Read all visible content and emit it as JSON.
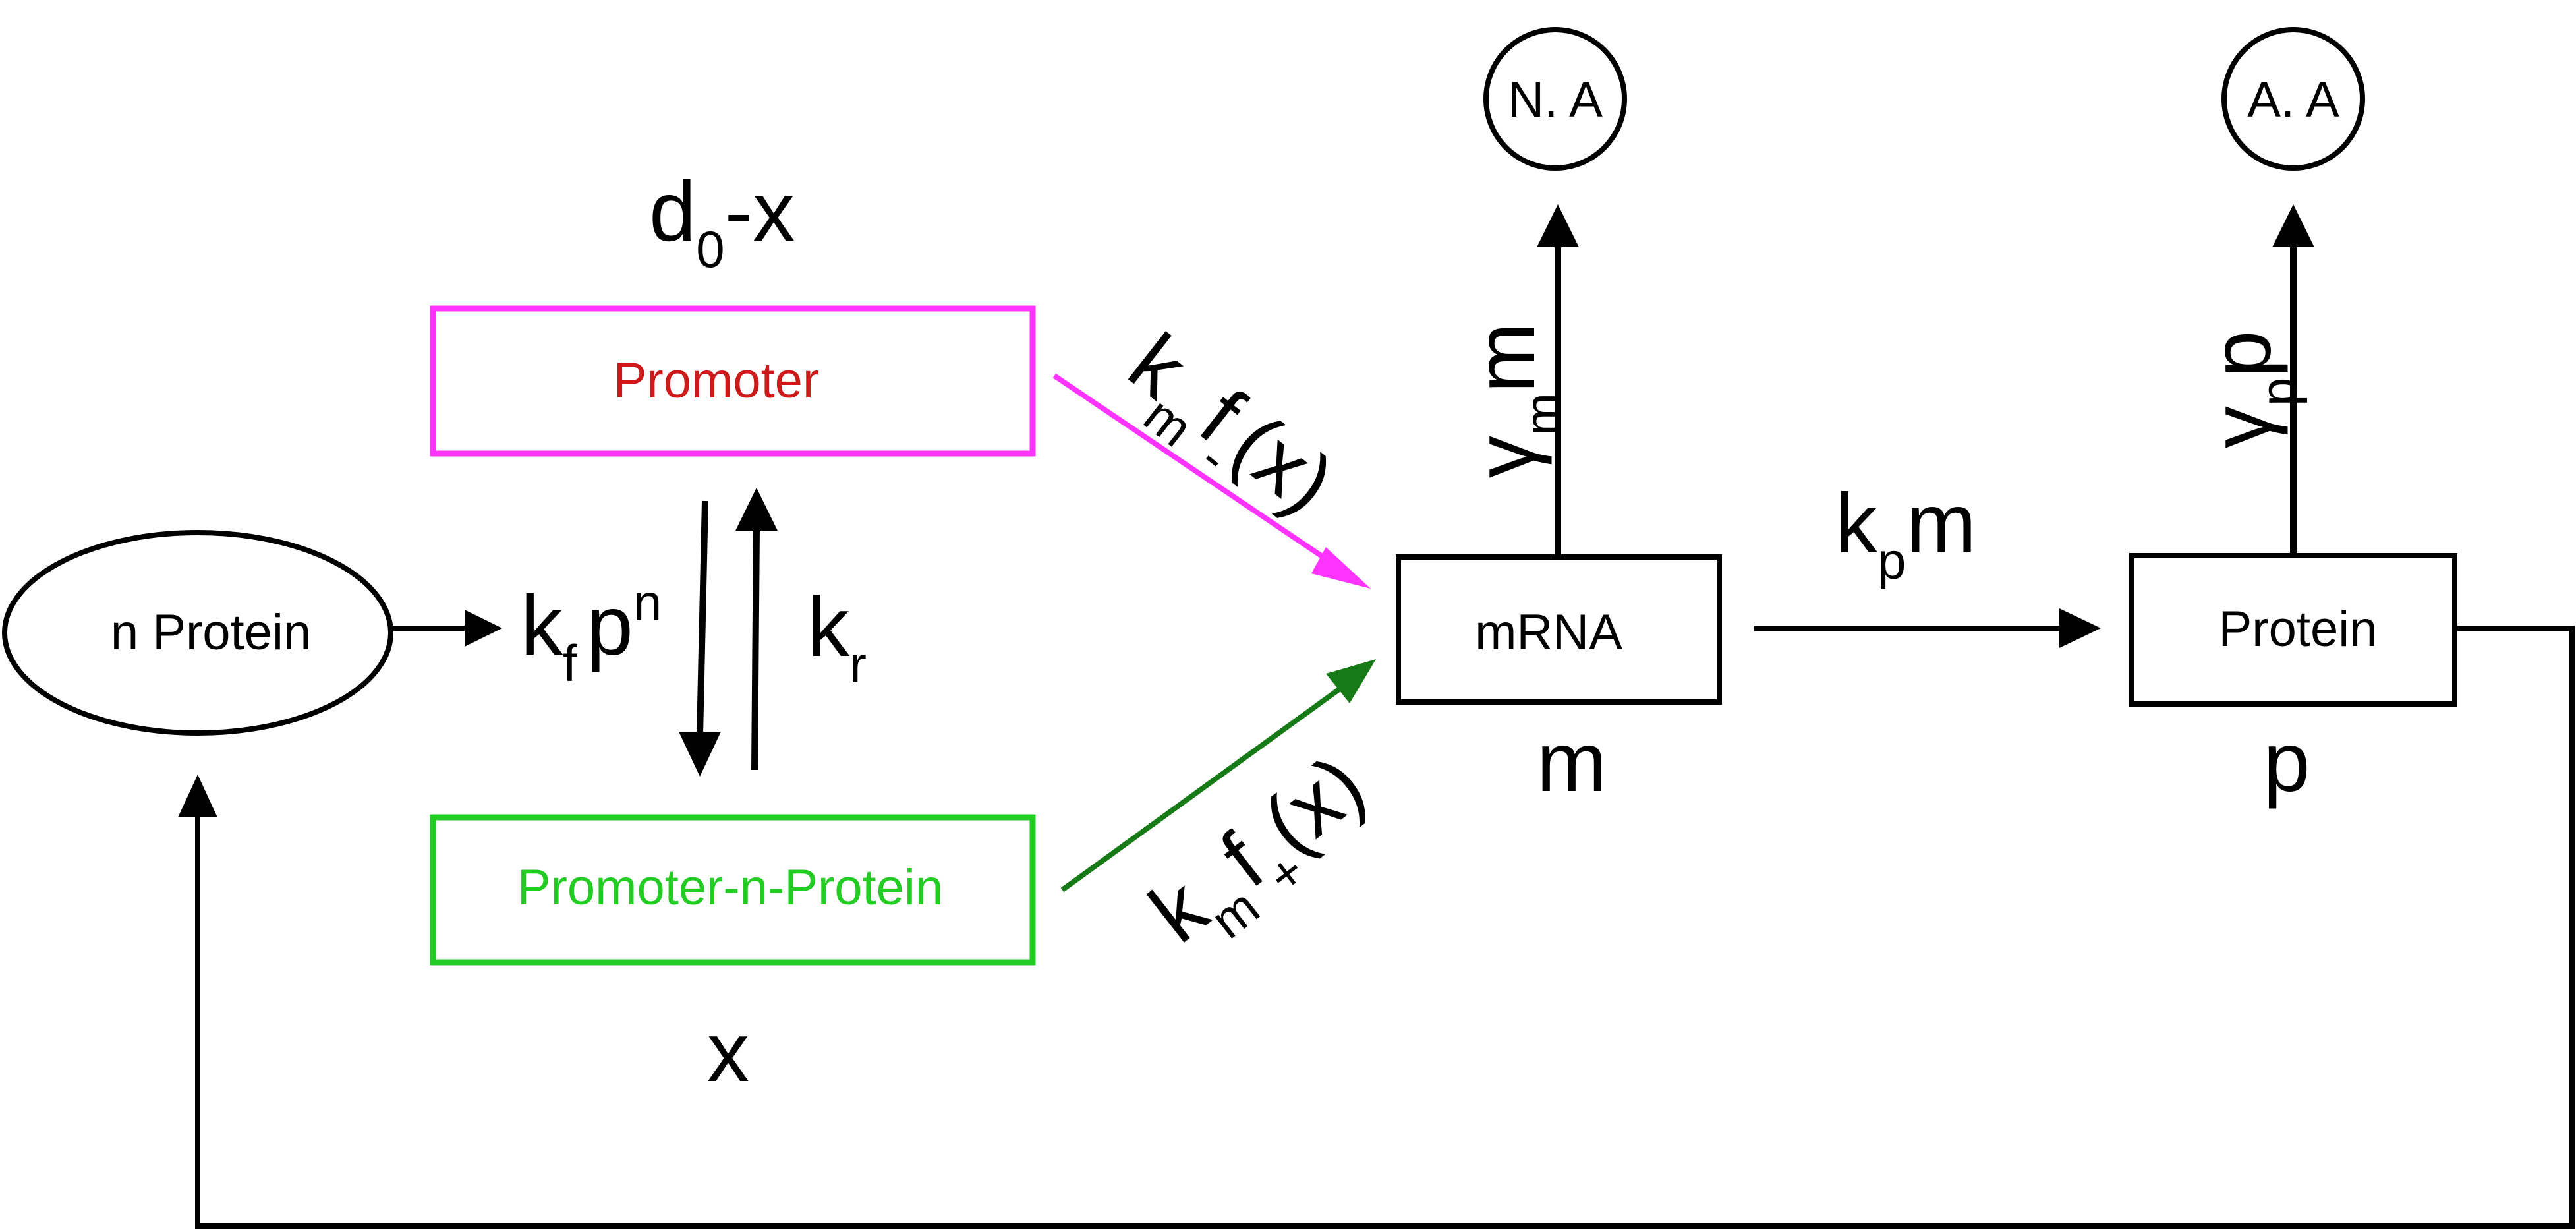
{
  "colors": {
    "promoter": "#ff33ff",
    "promoter_text": "#cc1a1a",
    "bound": "#22cc22",
    "bound_arrow": "#167a16",
    "line": "#000000"
  },
  "nodes": {
    "n_protein": "n Protein",
    "promoter": "Promoter",
    "promoter_n_protein": "Promoter-n-Protein",
    "mrna": "mRNA",
    "protein": "Protein",
    "na": "N. A",
    "aa": "A. A"
  },
  "labels": {
    "d0x": {
      "main": "d",
      "sub": "0",
      "rest": "-x"
    },
    "x": "x",
    "m": "m",
    "p": "p",
    "kf": {
      "main": "k",
      "sub": "f",
      "rest": "p",
      "sup": "n"
    },
    "kr": {
      "main": "k",
      "sub": "r"
    },
    "km_minus": {
      "main": "k",
      "sub1": "m",
      "f": "f",
      "sub2": "-",
      "rest": "(x)"
    },
    "km_plus": {
      "main": "k",
      "sub1": "m",
      "f": "f",
      "sub2": "+",
      "rest": "(x)"
    },
    "kpm": {
      "main": "k",
      "sub": "p",
      "rest": "m"
    },
    "gamma_m": {
      "main": "γ",
      "sub": "m",
      "rest": "m"
    },
    "gamma_p": {
      "main": "γ",
      "sub": "p",
      "rest": "p"
    }
  }
}
